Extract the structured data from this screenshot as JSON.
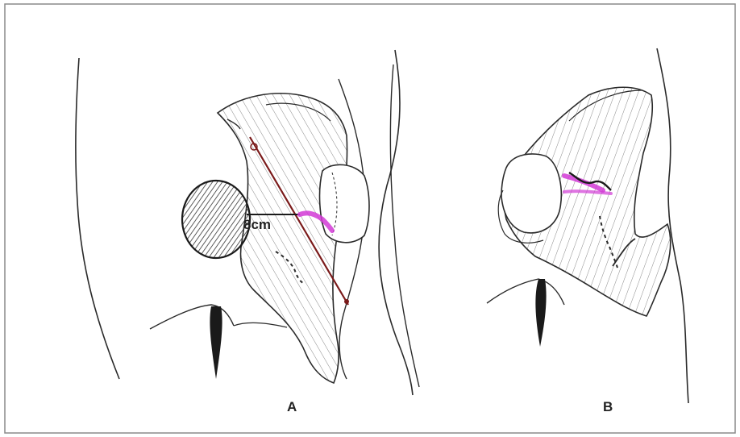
{
  "diagram": {
    "panels": [
      {
        "id": "A",
        "label": "A"
      },
      {
        "id": "B",
        "label": "B"
      }
    ],
    "measurement_label": "8cm",
    "colors": {
      "ink": "#2a2a2a",
      "paper": "#ffffff",
      "frame": "#8a8a8a",
      "magenta": "#d23ad6",
      "incision_line": "#7a1a1a"
    }
  }
}
